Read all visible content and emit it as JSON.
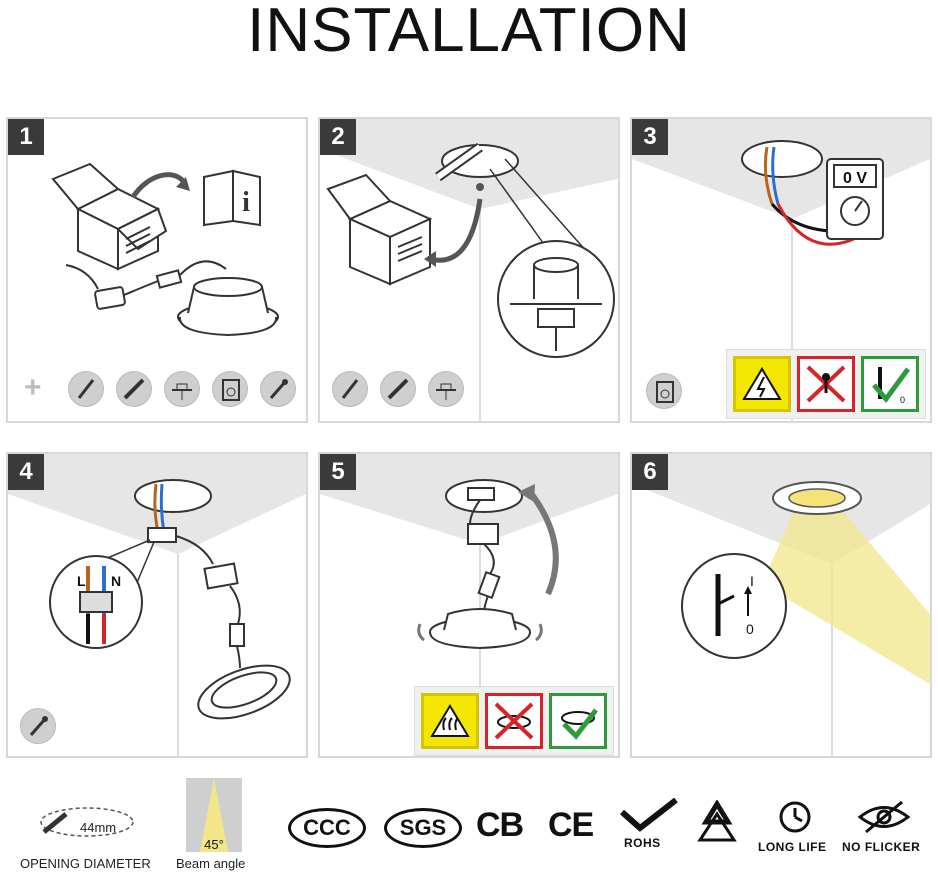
{
  "title": "INSTALLATION",
  "panels": [
    {
      "number": "1"
    },
    {
      "number": "2"
    },
    {
      "number": "3",
      "meter_reading": "0 V"
    },
    {
      "number": "4",
      "terminal_left": "L",
      "terminal_right": "N"
    },
    {
      "number": "5"
    },
    {
      "number": "6",
      "switch_on": "I",
      "switch_off": "0"
    }
  ],
  "footer": {
    "opening_value": "44mm",
    "opening_label": "OPENING DIAMETER",
    "beam_value": "45°",
    "beam_label": "Beam angle",
    "cert_ccc": "CCC",
    "cert_sgs": "SGS",
    "cert_cb": "CB",
    "cert_ce": "CE",
    "cert_rohs": "ROHS",
    "long_life": "LONG LIFE",
    "no_flicker": "NO FLICKER"
  },
  "colors": {
    "badge_yellow": "#f3e600",
    "badge_red": "#d6252a",
    "badge_green": "#2e9a3c",
    "number_bg": "#3a3a3a",
    "beam_yellow": "#f2e58a"
  },
  "icons": [
    "box-icon",
    "manual-icon",
    "downlight-icon",
    "pencil-icon",
    "saw-icon",
    "multimeter-icon",
    "screwdriver-icon",
    "warning-electric-icon",
    "wall-switch-icon",
    "recycle-icon",
    "clock-icon",
    "eye-crossed-icon"
  ]
}
